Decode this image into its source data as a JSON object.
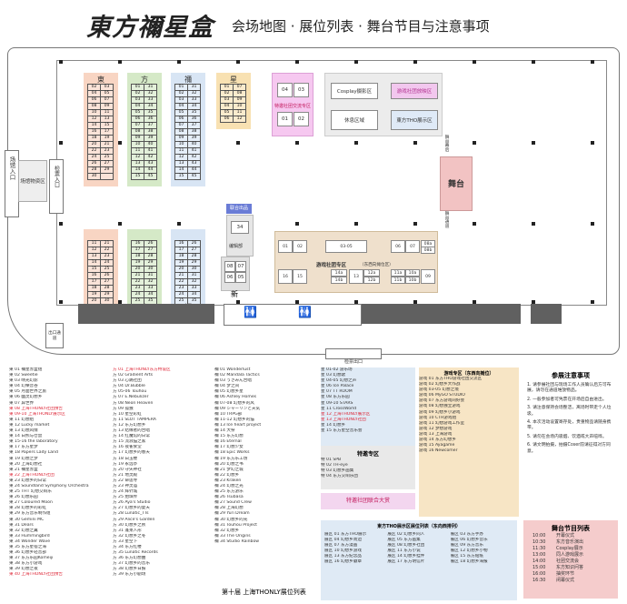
{
  "header": {
    "title_logo": "東方禰星盒",
    "subtitle": "会场地图 · 展位列表 · 舞台节目与注意事项"
  },
  "map": {
    "entrance": "场馆入口",
    "checkin": "检票入口",
    "vendor_left": "场馆物资区",
    "exit": "检票出口",
    "exit_left": "出口通道",
    "stage": "舞台",
    "stage_top_label": "舞台幕后",
    "stage_bottom_label": "舞台通道",
    "cosplay": "Cosplay摄影区",
    "game": "游戏社团放映区",
    "rest": "休息区域",
    "display": "東方THO展示区",
    "sponsor_label": "特邀社团交流专区",
    "sponsor_cells": [
      "04",
      "03",
      "01",
      "02"
    ],
    "tech_label": "联合出品",
    "tech_cell": "34",
    "tech_sub": "编辑部",
    "new_label": "新",
    "new_cells": [
      "08",
      "07",
      "06",
      "05"
    ],
    "club_label": "游戏社团专区",
    "club_sub": "（东西向摊位区）",
    "club_cells": [
      "01",
      "02",
      "03-05",
      "06",
      "07",
      "08a",
      "08b",
      "16",
      "15",
      "14a",
      "14b",
      "13",
      "12a",
      "12b",
      "11a",
      "11b",
      "10a",
      "10b",
      "09"
    ],
    "blocks": [
      {
        "name": "東",
        "color": "#f8d5c3",
        "cells": [
          "02",
          "03",
          "04",
          "05",
          "06",
          "07",
          "08",
          "09",
          "10",
          "11",
          "12",
          "13",
          "14",
          "15",
          "16",
          "17",
          "18",
          "19",
          "20",
          "21",
          "22",
          "23",
          "24",
          "25",
          "26",
          "27",
          "28",
          "29",
          "30"
        ]
      },
      {
        "name": "方",
        "color": "#d5e9c7",
        "cells": [
          "01",
          "31",
          "02",
          "32",
          "03",
          "33",
          "04",
          "34",
          "05",
          "35",
          "06",
          "36",
          "07",
          "37",
          "08",
          "38",
          "09",
          "39",
          "10",
          "40",
          "11",
          "41",
          "12",
          "42",
          "13",
          "43",
          "14",
          "44",
          "15",
          "45"
        ]
      },
      {
        "name": "禰",
        "color": "#d8e5f4",
        "cells": [
          "01",
          "31",
          "02",
          "32",
          "03",
          "33",
          "04",
          "34",
          "05",
          "35",
          "06",
          "36",
          "07",
          "37",
          "08",
          "38",
          "09",
          "39",
          "10",
          "40",
          "11",
          "41",
          "12",
          "42",
          "13",
          "43",
          "14",
          "44",
          "15",
          "45"
        ]
      },
      {
        "name": "星",
        "color": "#f8e1b2",
        "cells": [
          "01",
          "07",
          "02",
          "08",
          "03",
          "09",
          "04",
          "10",
          "05",
          "11",
          "06",
          "12"
        ]
      }
    ],
    "blocks_bottom": [
      {
        "name": "東",
        "color": "#f8d5c3",
        "cells": [
          "11",
          "21",
          "12",
          "22",
          "13",
          "23",
          "14",
          "24",
          "15",
          "25",
          "16",
          "26",
          "17",
          "27",
          "18",
          "28",
          "19",
          "29",
          "20",
          "30"
        ]
      },
      {
        "name": "方",
        "color": "#d5e9c7",
        "cells": [
          "16",
          "26",
          "17",
          "27",
          "18",
          "28",
          "19",
          "29",
          "20",
          "30",
          "21",
          "31",
          "22",
          "32",
          "23",
          "33",
          "24",
          "34",
          "25",
          "35"
        ]
      },
      {
        "name": "禰",
        "color": "#d8e5f4",
        "cells": [
          "16",
          "26",
          "17",
          "27",
          "18",
          "28",
          "19",
          "29",
          "20",
          "30",
          "21",
          "31",
          "22",
          "32",
          "23",
          "33",
          "24",
          "34",
          "25",
          "35"
        ]
      }
    ]
  },
  "lists": {
    "col1": [
      {
        "t": "東 01  禰星赤盒组",
        "c": ""
      },
      {
        "t": "東 02  Sweetie",
        "c": ""
      },
      {
        "t": "東 03  晴光幻影",
        "c": ""
      },
      {
        "t": "東 04  幻樂音谷",
        "c": ""
      },
      {
        "t": "東 05  月面世界之旅",
        "c": ""
      },
      {
        "t": "東 06  幽灵幻想乡",
        "c": ""
      },
      {
        "t": "東 07  异世界",
        "c": ""
      },
      {
        "t": "東 08  上海THONLY社团预告",
        "c": "red"
      },
      {
        "t": "東 09-10  上海THONLY展示区",
        "c": "red"
      },
      {
        "t": "東 11  幻想组",
        "c": ""
      },
      {
        "t": "東 12  Lucky market",
        "c": ""
      },
      {
        "t": "東 13  幻想风情",
        "c": ""
      },
      {
        "t": "東 14  白熊与仓鼠",
        "c": ""
      },
      {
        "t": "東 15-16  the laboratory",
        "c": ""
      },
      {
        "t": "東 17  东方星梦",
        "c": ""
      },
      {
        "t": "東 18  Papers Lady Land",
        "c": ""
      },
      {
        "t": "東 19  幻想之梦",
        "c": ""
      },
      {
        "t": "東 20  上海幻想社",
        "c": ""
      },
      {
        "t": "東 21  禰星赤盒",
        "c": ""
      },
      {
        "t": "東 22  上海THONLY社团",
        "c": "red"
      },
      {
        "t": "東 23  幻想乡的日常",
        "c": ""
      },
      {
        "t": "東 24  Soundland Symphony Orchestra",
        "c": ""
      },
      {
        "t": "東 25  THT 幻想交响乐",
        "c": ""
      },
      {
        "t": "東 26  幻想乐园",
        "c": ""
      },
      {
        "t": "東 27  Coloured Moon",
        "c": ""
      },
      {
        "t": "東 28  幻想乡的彩虹",
        "c": ""
      },
      {
        "t": "東 29  东方音乐制作组",
        "c": ""
      },
      {
        "t": "東 30  Gemini MC",
        "c": ""
      },
      {
        "t": "東 31  Dears",
        "c": ""
      },
      {
        "t": "東 32  幻想之翼",
        "c": ""
      },
      {
        "t": "東 33  Hummingbird",
        "c": ""
      },
      {
        "t": "東 34  Wonder Wave",
        "c": ""
      },
      {
        "t": "東 35  东方星宿之海",
        "c": ""
      },
      {
        "t": "東 36  幻想乡轻音部",
        "c": ""
      },
      {
        "t": "東 37  东方乐园Komeiji",
        "c": ""
      },
      {
        "t": "東 38  东方小游戏",
        "c": ""
      },
      {
        "t": "東 39  幻想之夜",
        "c": ""
      },
      {
        "t": "東 40  上海THONLY社团预告",
        "c": "red"
      }
    ],
    "col2": [
      {
        "t": "方 01  上海THONLY东方特设区",
        "c": "red"
      },
      {
        "t": "方 02  Gradient Arts",
        "c": ""
      },
      {
        "t": "方 03  心跳社团",
        "c": ""
      },
      {
        "t": "方 04  Dr.Bubble",
        "c": ""
      },
      {
        "t": "方 05-06  Touhou",
        "c": ""
      },
      {
        "t": "方 07  E.Nebulizer",
        "c": ""
      },
      {
        "t": "方 08  Neon Heaven",
        "c": ""
      },
      {
        "t": "方 09  孤独",
        "c": ""
      },
      {
        "t": "方 10  星空彩虹",
        "c": ""
      },
      {
        "t": "方 11  SLOT TAMPERA",
        "c": ""
      },
      {
        "t": "方 12  东方幻想乡",
        "c": ""
      },
      {
        "t": "方 13  结缘者的合唱",
        "c": ""
      },
      {
        "t": "方 14  红魔馆的日常",
        "c": ""
      },
      {
        "t": "方 15  流浪猫之家",
        "c": ""
      },
      {
        "t": "方 16  夜雀食堂",
        "c": ""
      },
      {
        "t": "方 17  幻想乡的春天",
        "c": ""
      },
      {
        "t": "方 18  白玉楼",
        "c": ""
      },
      {
        "t": "方 19  永远亭",
        "c": ""
      },
      {
        "t": "方 20  守矢神社",
        "c": ""
      },
      {
        "t": "方 21  地灵殿",
        "c": ""
      },
      {
        "t": "方 22  命莲寺",
        "c": ""
      },
      {
        "t": "方 23  神灵庙",
        "c": ""
      },
      {
        "t": "方 24  辉针城",
        "c": ""
      },
      {
        "t": "方 25  绀珠传",
        "c": ""
      },
      {
        "t": "方 26  Aya's Studio",
        "c": ""
      },
      {
        "t": "方 27  幻想乡的夏天",
        "c": ""
      },
      {
        "t": "方 28  Lunatic_TTs",
        "c": ""
      },
      {
        "t": "方 29  Alice's Garden",
        "c": ""
      },
      {
        "t": "方 30  幻想乡之秋",
        "c": ""
      },
      {
        "t": "方 31  蓬莱人形",
        "c": ""
      },
      {
        "t": "方 32  幻想乡之冬",
        "c": ""
      },
      {
        "t": "方 33  星空下",
        "c": ""
      },
      {
        "t": "方 34  东方红楼",
        "c": ""
      },
      {
        "t": "方 35  Lunatic Records",
        "c": ""
      },
      {
        "t": "方 36  东方幻想曲",
        "c": ""
      },
      {
        "t": "方 37  幻想乡的音乐",
        "c": ""
      },
      {
        "t": "方 38  幻想乡日报",
        "c": ""
      },
      {
        "t": "方 39  东方小剧场",
        "c": ""
      }
    ],
    "col3": [
      {
        "t": "禰 01  Wonderlust",
        "c": ""
      },
      {
        "t": "禰 02  Mandala Tactics",
        "c": ""
      },
      {
        "t": "禰 03  うさみん合唱",
        "c": ""
      },
      {
        "t": "禰 04  梦之间",
        "c": ""
      },
      {
        "t": "禰 05  幻想乡星",
        "c": ""
      },
      {
        "t": "禰 06  Ashley Homes",
        "c": ""
      },
      {
        "t": "禰 07-08  幻想乡的风",
        "c": ""
      },
      {
        "t": "禰 09  シャーリンと天気",
        "c": ""
      },
      {
        "t": "禰 10  TRPG部",
        "c": ""
      },
      {
        "t": "禰 11-12  幻想乡的猫",
        "c": ""
      },
      {
        "t": "禰 13  Ice heart project",
        "c": ""
      },
      {
        "t": "禰 14  大祭",
        "c": ""
      },
      {
        "t": "禰 15  东方幻想",
        "c": ""
      },
      {
        "t": "禰 16  Eternal",
        "c": ""
      },
      {
        "t": "禰 17  幻想少女",
        "c": ""
      },
      {
        "t": "禰 18  Epic Works",
        "c": ""
      },
      {
        "t": "禰 19  东方乐工坊",
        "c": ""
      },
      {
        "t": "禰 20  幻想之书",
        "c": ""
      },
      {
        "t": "禰 21  梦幻之城",
        "c": ""
      },
      {
        "t": "禰 22  幻想乡",
        "c": ""
      },
      {
        "t": "禰 23  Kraken",
        "c": ""
      },
      {
        "t": "禰 24  幻想之光",
        "c": ""
      },
      {
        "t": "禰 25  东方游乐",
        "c": ""
      },
      {
        "t": "禰 26  Tsubasa",
        "c": ""
      },
      {
        "t": "禰 27  Sound Crew",
        "c": ""
      },
      {
        "t": "禰 28  上海幻想",
        "c": ""
      },
      {
        "t": "禰 29  Yuri Dream",
        "c": ""
      },
      {
        "t": "禰 30  幻想乡的光",
        "c": ""
      },
      {
        "t": "禰 31  Touhou Project",
        "c": ""
      },
      {
        "t": "禰 32  幻想乡",
        "c": ""
      },
      {
        "t": "禰 33  The Origins",
        "c": ""
      },
      {
        "t": "禰 34  Studio Rainbow",
        "c": ""
      }
    ],
    "col3_footer": "第十届 上海THONLY展位列表",
    "col4": [
      {
        "t": "星 01-02  游乐场",
        "c": ""
      },
      {
        "t": "星 03  幻想歌",
        "c": ""
      },
      {
        "t": "星 04-05  幻想之声",
        "c": ""
      },
      {
        "t": "星 06  Ice Palace",
        "c": ""
      },
      {
        "t": "星 07  TT ROOM",
        "c": ""
      },
      {
        "t": "星 08  东方乐园",
        "c": ""
      },
      {
        "t": "星 09-10  STARS",
        "c": ""
      },
      {
        "t": "星 11  CrossWorld",
        "c": ""
      },
      {
        "t": "星 12  上海THONLY展示区",
        "c": "red"
      },
      {
        "t": "星 13  上海THONLY社团",
        "c": "red"
      },
      {
        "t": "星 14  幻想乡",
        "c": ""
      },
      {
        "t": "星 15  东方星空音乐会",
        "c": ""
      }
    ],
    "special_title": "特邀专区",
    "special": [
      {
        "t": "特 01  SPB",
        "c": ""
      },
      {
        "t": "特 02  TH-eye",
        "c": ""
      },
      {
        "t": "特 03  幻想乡画集",
        "c": ""
      },
      {
        "t": "特 04  东方交响乐团",
        "c": ""
      }
    ],
    "special_banner": "特邀社团联合大赏",
    "col5_title": "游戏专区（东西向摊位）",
    "col5": [
      {
        "t": "游戏 01  东方THO游戏社团交流区",
        "c": ""
      },
      {
        "t": "游戏 02  幻想乡大作战",
        "c": ""
      },
      {
        "t": "游戏 03-05  幻想之境",
        "c": ""
      },
      {
        "t": "游戏 06  MyGO STUDIO",
        "c": ""
      },
      {
        "t": "游戏 07  东方游戏同好会",
        "c": ""
      },
      {
        "t": "游戏 08  幻想独立游戏",
        "c": ""
      },
      {
        "t": "游戏 09  幻想乡小游戏",
        "c": ""
      },
      {
        "t": "游戏 10  CTH游戏组",
        "c": ""
      },
      {
        "t": "游戏 11  幻想游戏工作室",
        "c": ""
      },
      {
        "t": "游戏 12  梦想游戏",
        "c": ""
      },
      {
        "t": "游戏 13  上海游戏",
        "c": ""
      },
      {
        "t": "游戏 14  东方幻想乡",
        "c": ""
      },
      {
        "t": "游戏 15  Ayagame",
        "c": ""
      },
      {
        "t": "游戏 16  Newcomer",
        "c": ""
      }
    ],
    "notes_title": "参展注意事项",
    "notes": [
      "1. 请参展社团与现场工作人员确认后方可布展，请勿在通道堆放物品。",
      "2. 一般参加者可凭票在开场后自由进出。",
      "3. 请注意保持会场整洁，离场时带走个人垃圾。",
      "4. 本次活动设置寄存处，贵重物品请随身携带。",
      "5. 请勿在会场内吸烟、饮酒或大声喧哗。",
      "6. 请文明拍摄，拍摄Coser前请征得对方同意。"
    ],
    "bottom_title": "東方THO展示区展位列表（东向西排列）",
    "bottom": [
      "展区 01  东方THO展示",
      "展区 02  幻想乡同人",
      "展区 03  东方手办",
      "展区 04  幻想乡周边",
      "展区 05  东方画集",
      "展区 06  幻想乡音乐",
      "展区 07  东方漫画",
      "展区 08  幻想乡社团",
      "展区 09  东方音乐",
      "展区 10  幻想乡游戏",
      "展区 11  东方小说",
      "展区 12  幻想乡小物",
      "展区 13  东方纪念品",
      "展区 14  幻想乡挂件",
      "展区 15  东方贴纸",
      "展区 16  幻想乡徽章",
      "展区 17  东方明信片",
      "展区 18  幻想乡海报"
    ],
    "stage_title": "舞台节目列表",
    "stage_items": [
      {
        "time": "10:00",
        "name": "开幕仪式"
      },
      {
        "time": "10:30",
        "name": "东方音乐演出"
      },
      {
        "time": "11:30",
        "name": "Cosplay展示"
      },
      {
        "time": "13:00",
        "name": "同人游戏展示"
      },
      {
        "time": "14:00",
        "name": "社团交流会"
      },
      {
        "time": "15:00",
        "name": "东方知识问答"
      },
      {
        "time": "16:00",
        "name": "抽奖环节"
      },
      {
        "time": "16:30",
        "name": "闭幕仪式"
      }
    ]
  }
}
